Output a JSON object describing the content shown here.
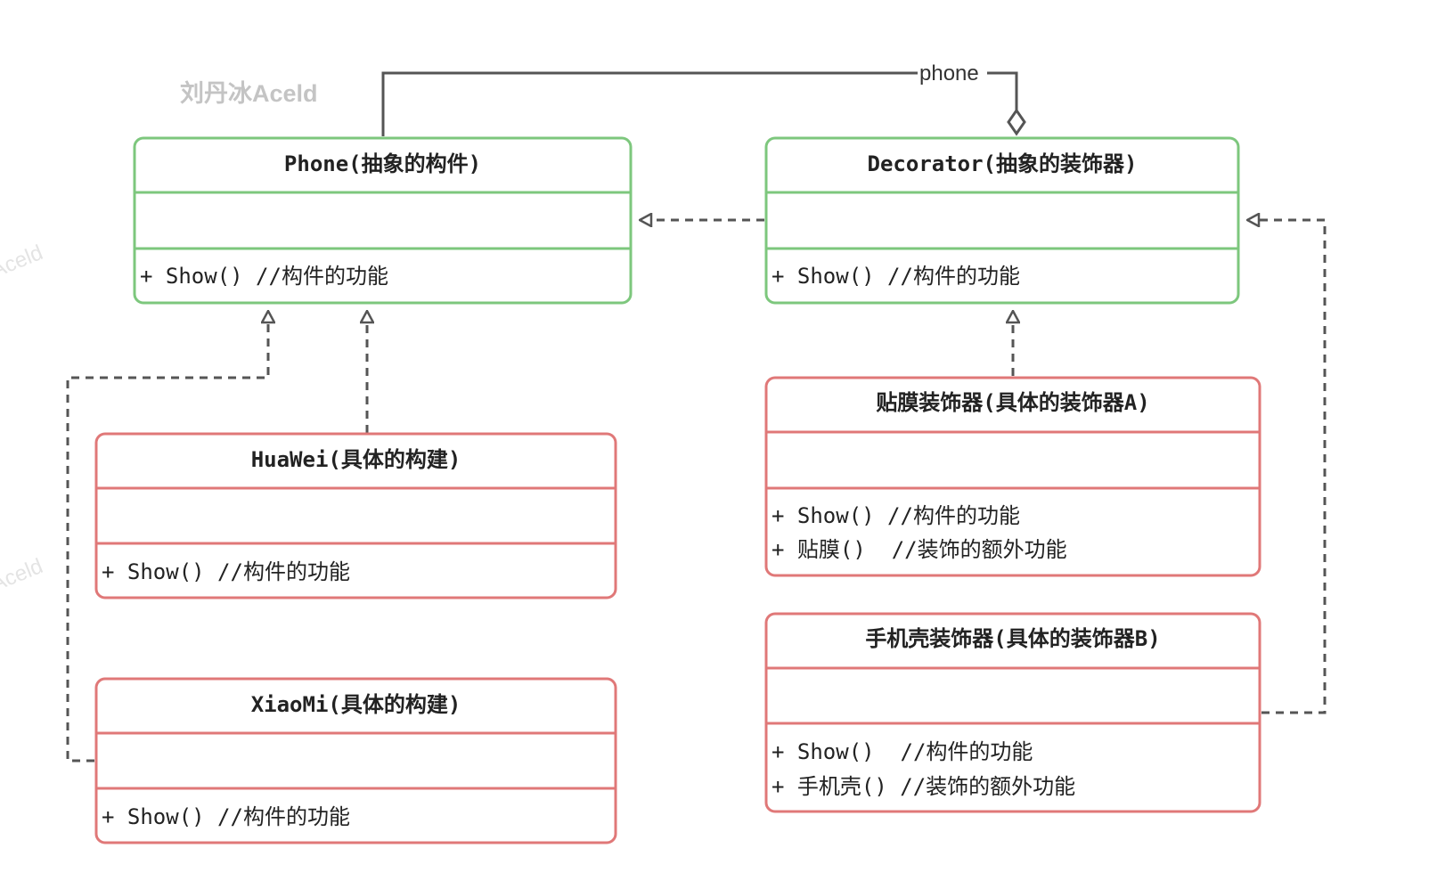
{
  "watermarks": {
    "main": "刘丹冰Aceld",
    "side_1": "Aceld",
    "side_2": "Aceld"
  },
  "colors": {
    "abstract_border": "#7dc77d",
    "concrete_border": "#e07878",
    "edge": "#555555"
  },
  "classes": {
    "phone": {
      "title": "Phone(抽象的构件)",
      "methods": [
        "+ Show() //构件的功能"
      ]
    },
    "decorator": {
      "title": "Decorator(抽象的装饰器)",
      "methods": [
        "+ Show() //构件的功能"
      ]
    },
    "huawei": {
      "title": "HuaWei(具体的构建)",
      "methods": [
        "+ Show() //构件的功能"
      ]
    },
    "xiaomi": {
      "title": "XiaoMi(具体的构建)",
      "methods": [
        "+ Show() //构件的功能"
      ]
    },
    "film_decorator": {
      "title": "贴膜装饰器(具体的装饰器A)",
      "methods": [
        "+ Show() //构件的功能",
        "+ 贴膜()  //装饰的额外功能"
      ]
    },
    "case_decorator": {
      "title": "手机壳装饰器(具体的装饰器B)",
      "methods": [
        "+ Show()  //构件的功能",
        "+ 手机壳() //装饰的额外功能"
      ]
    }
  },
  "edges": {
    "aggregation_label": "phone"
  }
}
